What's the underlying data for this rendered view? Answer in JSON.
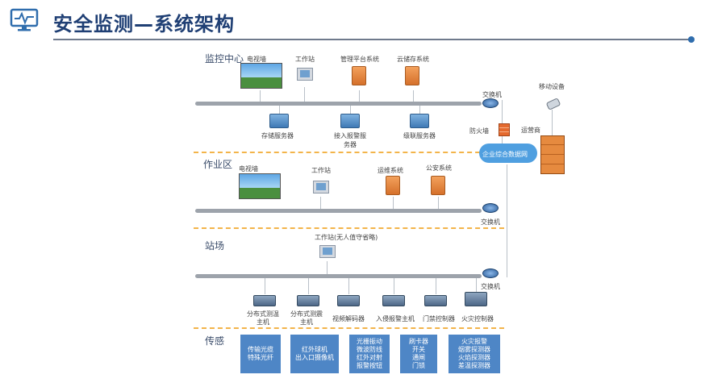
{
  "header": {
    "title": "安全监测—系统架构"
  },
  "zones": {
    "monitor": "监控中心",
    "work": "作业区",
    "station": "站场",
    "sensor": "传感"
  },
  "monitor": {
    "tv_wall": "电视墙",
    "workstation": "工作站",
    "mgmt_platform": "管理平台系统",
    "cloud_storage": "云储存系统",
    "storage_server": "存储服务器",
    "access_alarm_server": "接入报警服\n务器",
    "cascade_server": "级联服务器"
  },
  "network": {
    "switch": "交换机",
    "firewall": "防火墙",
    "enterprise_network": "企业综合数据网",
    "carrier": "运营商",
    "mobile_device": "移动设备"
  },
  "work": {
    "tv_wall": "电视墙",
    "workstation": "工作站",
    "ops_system": "运维系统",
    "police_system": "公安系统"
  },
  "station": {
    "workstation": "工作站(无人值守省略)",
    "devices": [
      {
        "label": "分布式测温\n主机"
      },
      {
        "label": "分布式测震\n主机"
      },
      {
        "label": "视频解码器"
      },
      {
        "label": "入侵报警主机"
      },
      {
        "label": "门禁控制器"
      },
      {
        "label": "火灾控制器"
      }
    ]
  },
  "sensors": [
    {
      "text": "传输光缆\n特殊光纤"
    },
    {
      "text": "红外球机\n出入口摄像机"
    },
    {
      "text": "光栅振动\n微波防线\n红外对射\n报警按钮"
    },
    {
      "text": "刷卡器\n开关\n通闸\n门锁"
    },
    {
      "text": "火灾报警\n烟雾探测器\n火焰探测器\n差温探测器"
    }
  ],
  "colors": {
    "title": "#1f3f74",
    "accent": "#2f6dad",
    "bus": "#9da3ab",
    "divider": "#f3b44a",
    "sensor_box": "#4e86c6"
  }
}
